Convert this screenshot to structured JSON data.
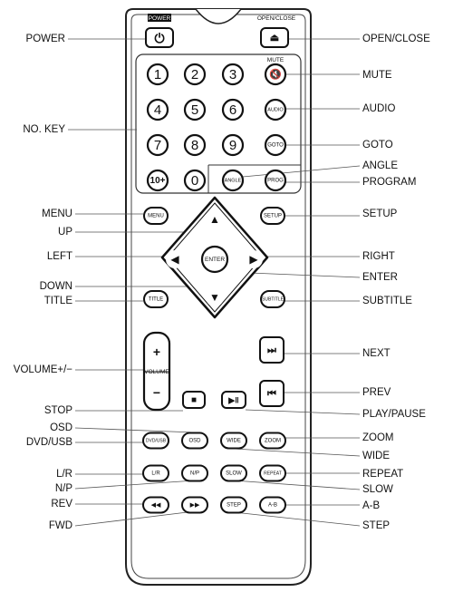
{
  "remote": {
    "top_labels": {
      "power": "POWER",
      "open_close": "OPEN/CLOSE",
      "mute": "MUTE",
      "volume": "VOLUME"
    },
    "buttons": {
      "power": "⏻",
      "open_close": "⏏",
      "mute": "🔇",
      "n1": "1",
      "n2": "2",
      "n3": "3",
      "audio": "AUDIO",
      "n4": "4",
      "n5": "5",
      "n6": "6",
      "n7": "7",
      "n8": "8",
      "n9": "9",
      "goto": "GOTO",
      "n10": "10+",
      "n0": "0",
      "angle": "ANGLE",
      "prog": "PROG",
      "menu": "MENU",
      "setup": "SETUP",
      "enter": "ENTER",
      "up": "▲",
      "down": "▼",
      "left": "◀",
      "right": "▶",
      "title": "TITLE",
      "subtitle": "SUBTITLE",
      "vol_plus": "+",
      "vol_minus": "−",
      "next": "⏭",
      "prev": "⏮",
      "stop": "■",
      "play_pause": "▶‖",
      "dvd_usb": "DVD/USB",
      "osd": "OSD",
      "wide": "WIDE",
      "zoom": "ZOOM",
      "lr": "L/R",
      "np": "N/P",
      "slow": "SLOW",
      "repeat": "REPEAT",
      "rev": "◀◀",
      "fwd": "▶▶",
      "step": "STEP",
      "ab": "A-B"
    }
  },
  "callouts_left": {
    "power": "POWER",
    "no_key": "NO. KEY",
    "menu": "MENU",
    "up": "UP",
    "left": "LEFT",
    "down": "DOWN",
    "title": "TITLE",
    "volume": "VOLUME+/−",
    "stop": "STOP",
    "osd": "OSD",
    "dvd_usb": "DVD/USB",
    "lr": "L/R",
    "np": "N/P",
    "rev": "REV",
    "fwd": "FWD"
  },
  "callouts_right": {
    "open_close": "OPEN/CLOSE",
    "mute": "MUTE",
    "audio": "AUDIO",
    "goto": "GOTO",
    "angle": "ANGLE",
    "program": "PROGRAM",
    "setup": "SETUP",
    "right": "RIGHT",
    "enter": "ENTER",
    "subtitle": "SUBTITLE",
    "next": "NEXT",
    "prev": "PREV",
    "play_pause": "PLAY/PAUSE",
    "zoom": "ZOOM",
    "wide": "WIDE",
    "repeat": "REPEAT",
    "slow": "SLOW",
    "ab": "A-B",
    "step": "STEP"
  }
}
